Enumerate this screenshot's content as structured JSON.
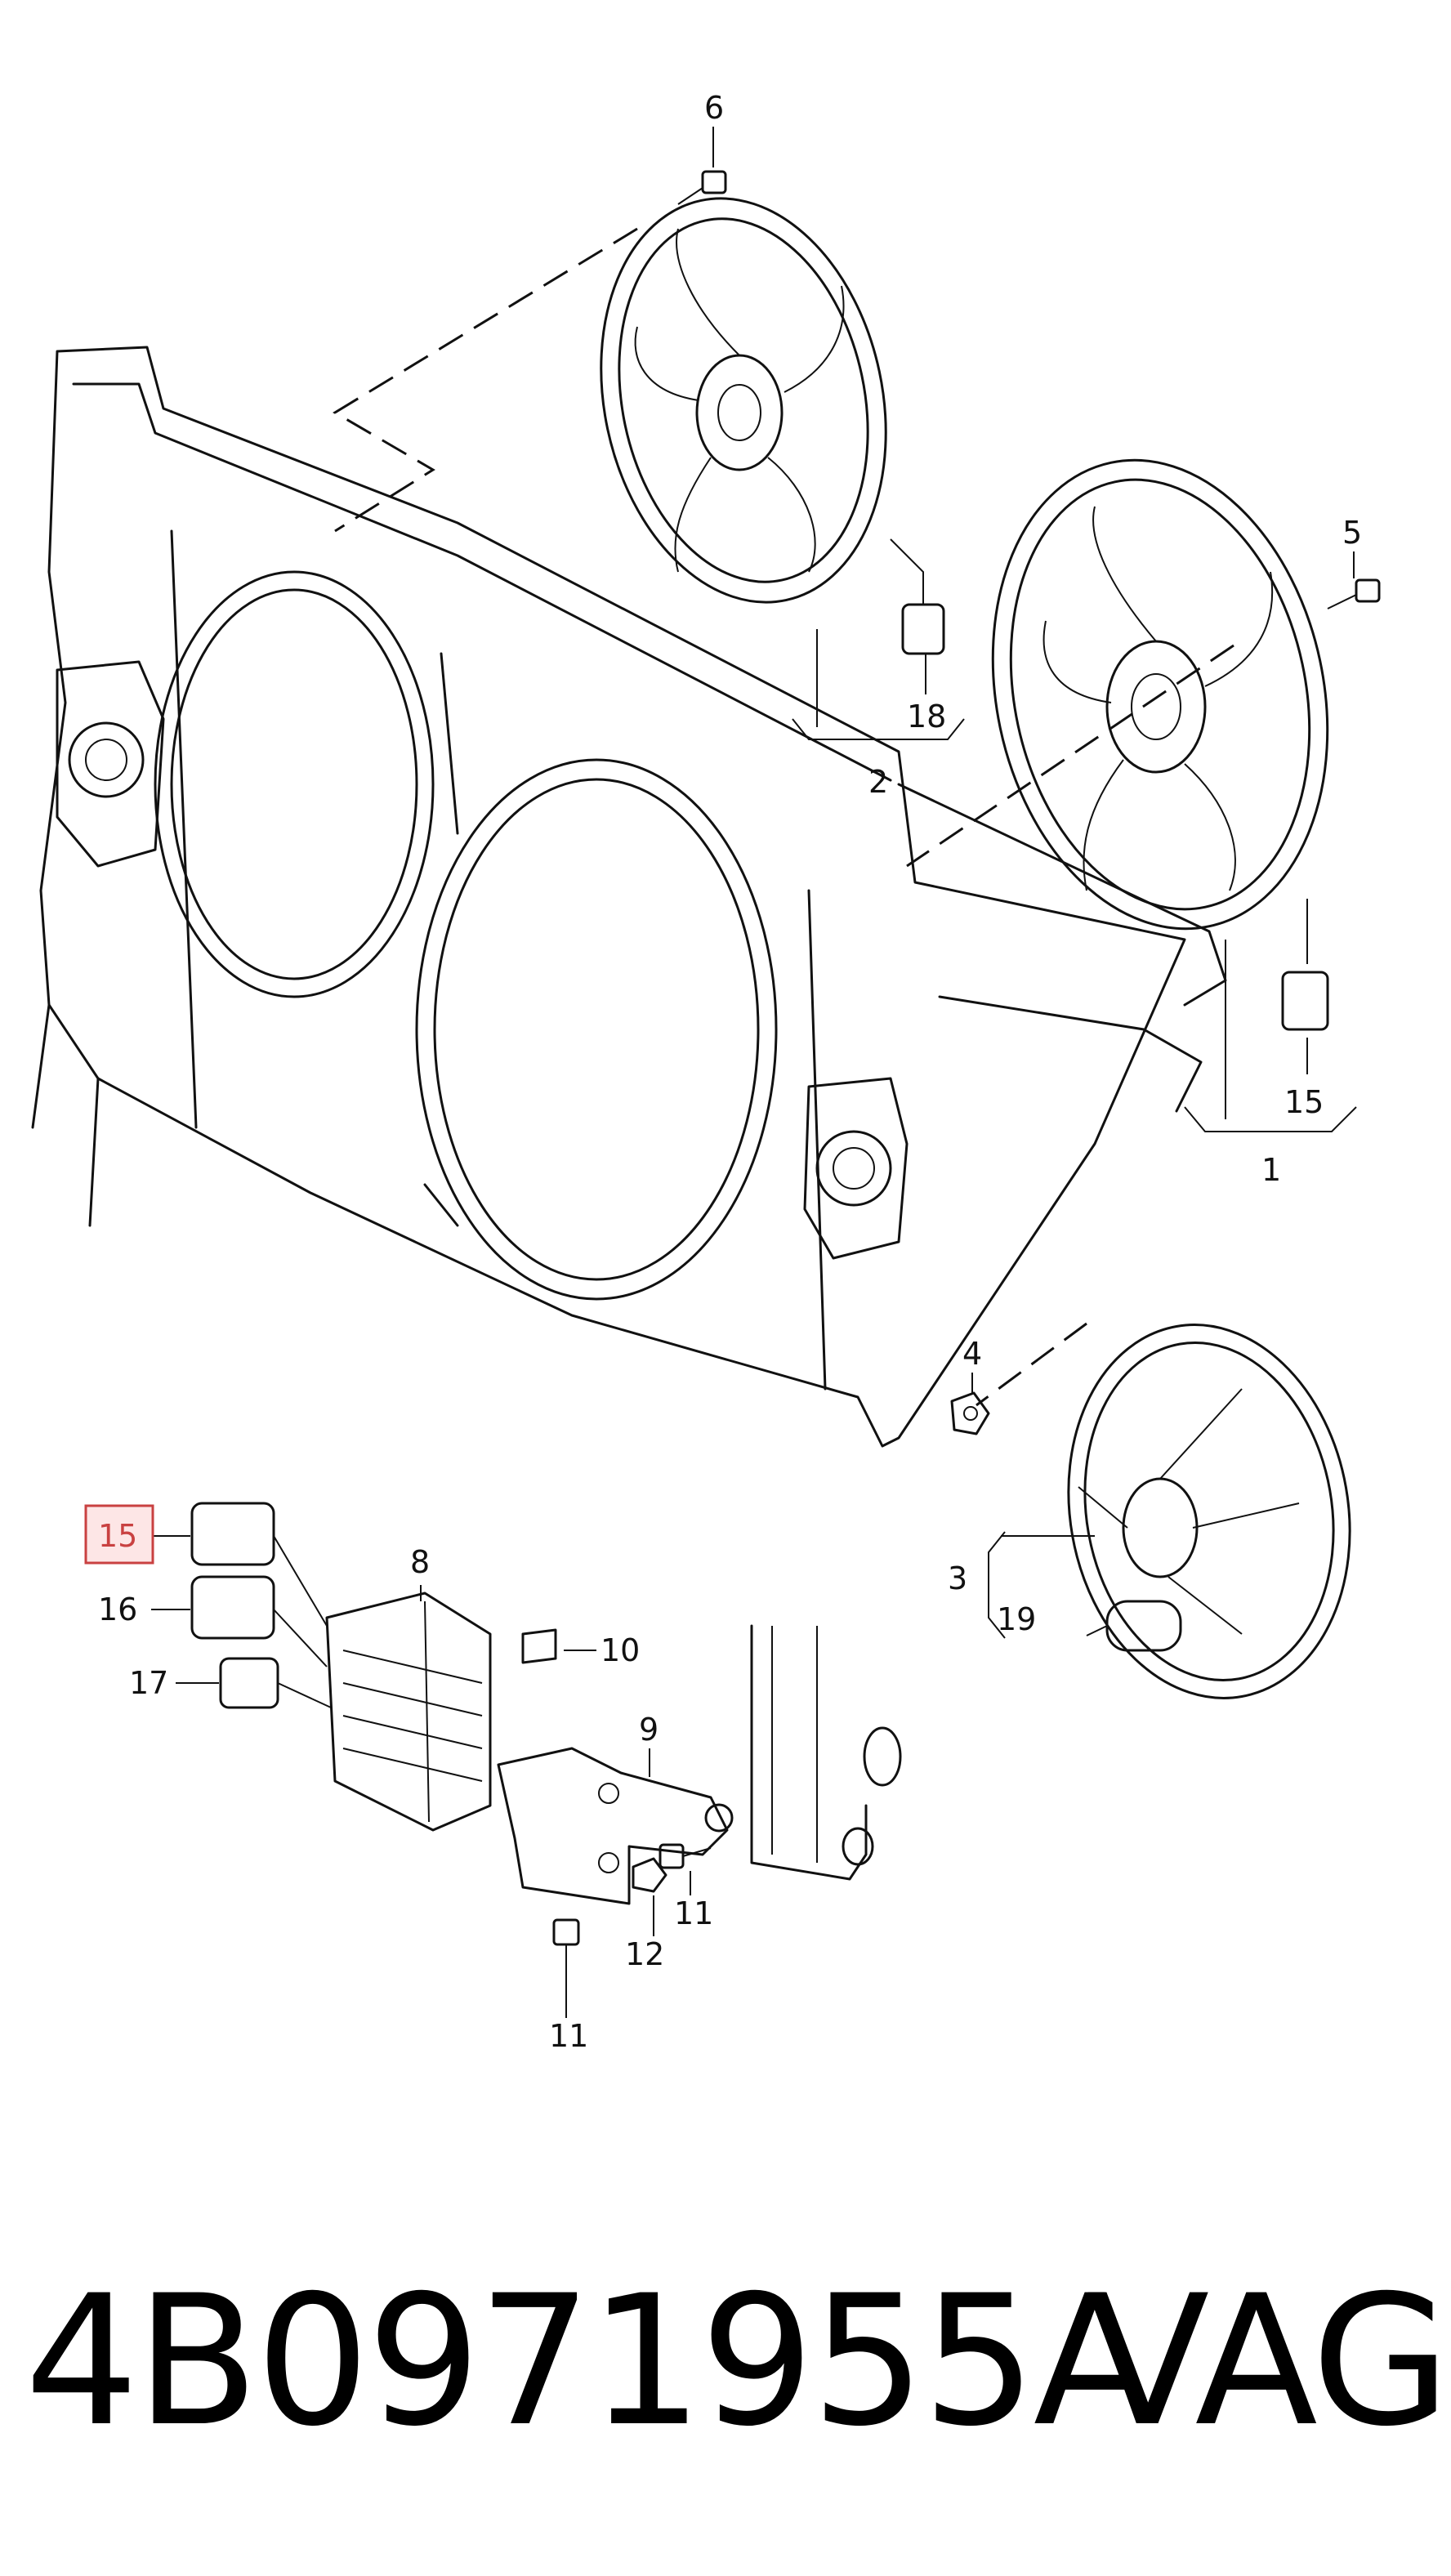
{
  "callouts": {
    "c1": "1",
    "c2": "2",
    "c3": "3",
    "c4": "4",
    "c5": "5",
    "c6": "6",
    "c8": "8",
    "c9": "9",
    "c10": "10",
    "c11a": "11",
    "c11b": "11",
    "c12": "12",
    "c15a": "15",
    "c15b": "15",
    "c16": "16",
    "c17": "17",
    "c18": "18",
    "c19": "19"
  },
  "highlighted_callout": "15",
  "highlight_color": "#c94141",
  "caption": {
    "part_number": "4B0971955A",
    "brand": "VAG"
  }
}
